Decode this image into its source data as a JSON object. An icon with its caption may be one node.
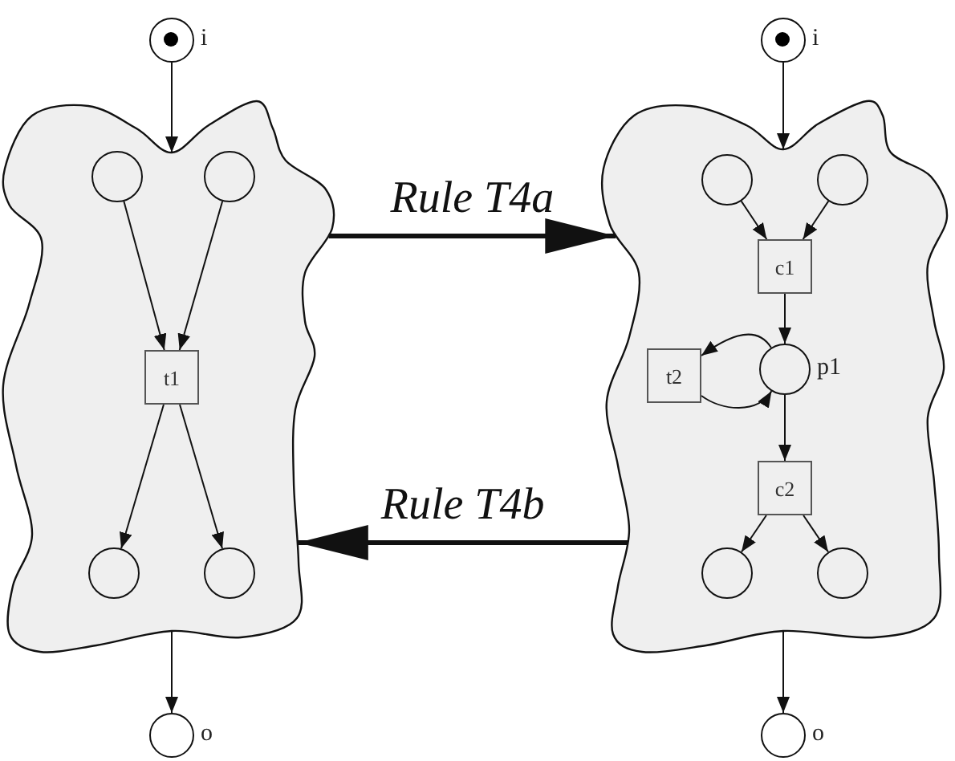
{
  "diagram": {
    "nodes": [
      {
        "text": [],
        "shape": "circle",
        "beside": [
          "i"
        ]
      },
      {
        "text": [],
        "shape": "cloud"
      },
      {
        "text": [],
        "shape": "circle",
        "in": 1
      },
      {
        "text": [],
        "shape": "circle",
        "in": 1
      },
      {
        "text": [
          "t1"
        ],
        "in": 1
      },
      {
        "text": [],
        "shape": "circle",
        "in": 1
      },
      {
        "text": [],
        "shape": "circle",
        "in": 1
      },
      {
        "text": [],
        "shape": "circle",
        "beside": [
          "o"
        ]
      },
      {
        "text": [],
        "shape": "circle",
        "beside": [
          "i"
        ]
      },
      {
        "text": [],
        "shape": "cloud"
      },
      {
        "text": [],
        "shape": "circle",
        "in": 9
      },
      {
        "text": [],
        "shape": "circle",
        "in": 9
      },
      {
        "text": [
          "c1"
        ],
        "in": 9
      },
      {
        "text": [
          "t2"
        ],
        "in": 9
      },
      {
        "text": [],
        "shape": "circle",
        "in": 9,
        "beside": [
          "p1"
        ]
      },
      {
        "text": [
          "c2"
        ],
        "in": 9
      },
      {
        "text": [],
        "shape": "circle",
        "in": 9
      },
      {
        "text": [],
        "shape": "circle",
        "in": 9
      },
      {
        "text": [],
        "shape": "circle",
        "beside": [
          "o"
        ]
      }
    ],
    "edges": [
      {
        "from": 0,
        "to": 1,
        "arrow": "to"
      },
      {
        "from": 2,
        "to": 4,
        "arrow": "to"
      },
      {
        "from": 3,
        "to": 4,
        "arrow": "to"
      },
      {
        "from": 4,
        "to": 5,
        "arrow": "to"
      },
      {
        "from": 4,
        "to": 6,
        "arrow": "to"
      },
      {
        "from": 1,
        "to": 7,
        "arrow": "to"
      },
      {
        "from": 1,
        "to": 9,
        "arrow": "to",
        "label": "Rule T4a",
        "style": "thick"
      },
      {
        "from": 9,
        "to": 1,
        "arrow": "to",
        "label": "Rule T4b",
        "style": "thick"
      },
      {
        "from": 8,
        "to": 9,
        "arrow": "to"
      },
      {
        "from": 10,
        "to": 12,
        "arrow": "to"
      },
      {
        "from": 11,
        "to": 12,
        "arrow": "to"
      },
      {
        "from": 12,
        "to": 14,
        "arrow": "to"
      },
      {
        "from": 14,
        "to": 13,
        "arrow": "to"
      },
      {
        "from": 13,
        "to": 14,
        "arrow": "to"
      },
      {
        "from": 14,
        "to": 15,
        "arrow": "to"
      },
      {
        "from": 15,
        "to": 16,
        "arrow": "to"
      },
      {
        "from": 15,
        "to": 17,
        "arrow": "to"
      },
      {
        "from": 9,
        "to": 18,
        "arrow": "to"
      }
    ]
  }
}
